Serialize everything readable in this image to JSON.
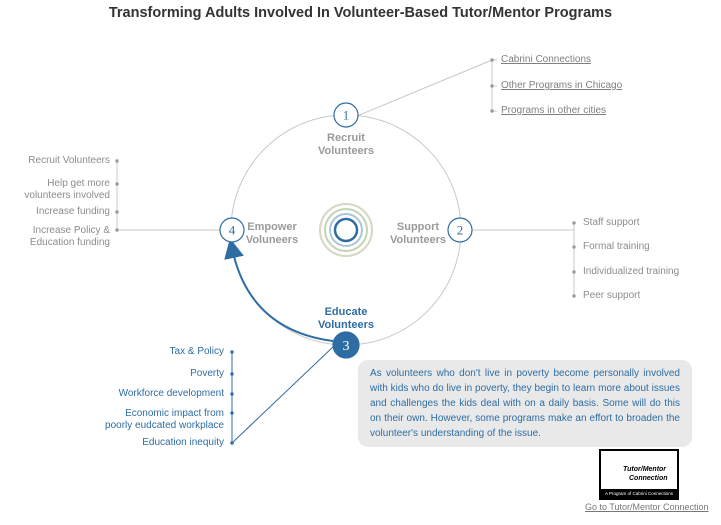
{
  "title": "Transforming Adults Involved In Volunteer-Based Tutor/Mentor Programs",
  "colors": {
    "accent": "#2e6da4",
    "muted_text": "#9a9a9a",
    "circle_line": "#c8c8c8",
    "box_background": "#e9e9e9"
  },
  "nodes": {
    "recruit": {
      "number": "1",
      "label_line1": "Recruit",
      "label_line2": "Volunteers"
    },
    "support": {
      "number": "2",
      "label_line1": "Support",
      "label_line2": "Volunteers"
    },
    "educate": {
      "number": "3",
      "label_line1": "Educate",
      "label_line2": "Volunteers"
    },
    "empower": {
      "number": "4",
      "label_line1": "Empower",
      "label_line2": "Voluneers"
    }
  },
  "recruit_links": [
    "Cabrini Connections",
    "Other Programs in Chicago",
    "Programs in other cities"
  ],
  "support_items": [
    "Staff support",
    "Formal training",
    "Individualized training",
    "Peer support"
  ],
  "empower_items": [
    "Recruit Volunteers",
    "Help get more volunteers involved",
    "Increase funding",
    "Increase Policy & Education funding"
  ],
  "educate_items": [
    "Tax & Policy",
    "Poverty",
    "Workforce development",
    "Economic impact from poorly eudcated workplace",
    "Education inequity"
  ],
  "info_text": "As volunteers who don't live in poverty become personally involved with kids who do live in poverty, they begin to learn more about issues and challenges the kids deal with on a daily basis. Some will do this on their own. However, some programs make an effort to broaden the volunteer's understanding of the issue.",
  "logo": {
    "line1": "Tutor/Mentor",
    "line2": "Connection",
    "tagline": "A Program of Cabrini Connections"
  },
  "footer_link": "Go to Tutor/Mentor Connection"
}
